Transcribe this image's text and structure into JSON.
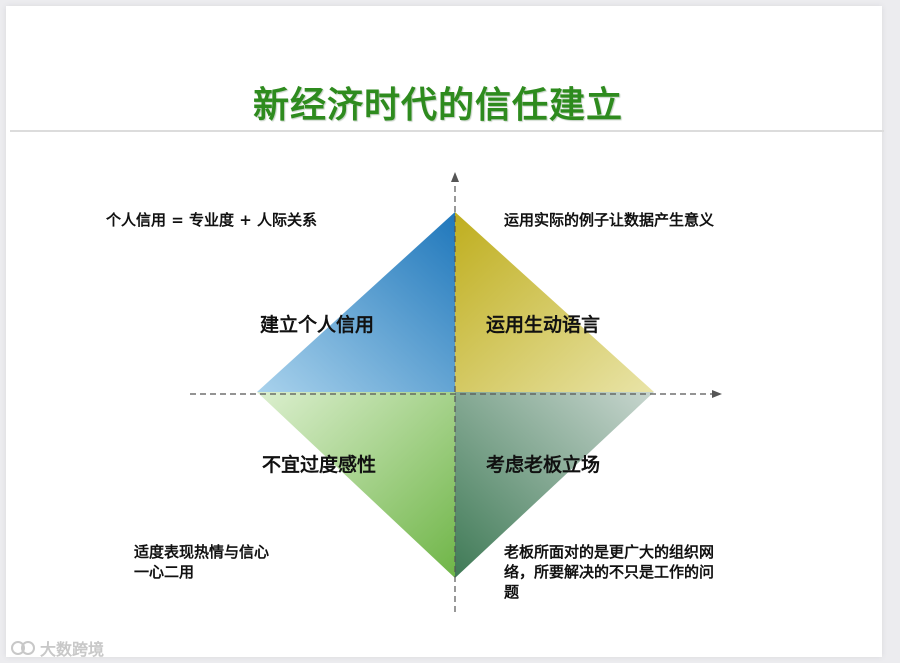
{
  "title": "新经济时代的信任建立",
  "quadrants": {
    "top_left": {
      "label": "建立个人信用",
      "note": "个人信用 = 专业度 + 人际关系"
    },
    "top_right": {
      "label": "运用生动语言",
      "note": "运用实际的例子让数据产生意义"
    },
    "bottom_left": {
      "label": "不宜过度感性",
      "note_lines": [
        "适度表现热情与信心",
        "一心二用"
      ]
    },
    "bottom_right": {
      "label": "考虑老板立场",
      "note_lines": [
        "老板所面对的是更广大的组织网",
        "络，所要解决的不只是工作的问",
        "题"
      ]
    }
  },
  "colors": {
    "title": "#2e8b1e",
    "top_left": "#2f86c6",
    "top_right": "#c9be3a",
    "bottom_left": "#8fc66a",
    "bottom_right": "#5f8a72"
  },
  "watermark": "大数跨境"
}
